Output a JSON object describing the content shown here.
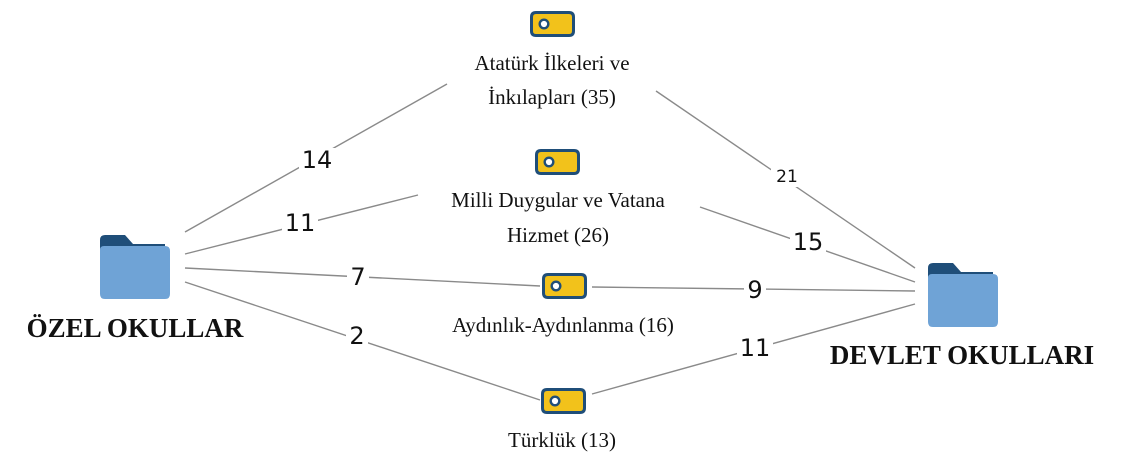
{
  "groups": {
    "ozel": {
      "label": "ÖZEL OKULLAR",
      "icon": "folder-icon"
    },
    "devlet": {
      "label": "DEVLET OKULLARI",
      "icon": "folder-icon"
    }
  },
  "codes": [
    {
      "id": "ataturk",
      "line1": "Atatürk İlkeleri ve",
      "line2": "İnkılapları (35)",
      "icon": "tag-icon"
    },
    {
      "id": "milli",
      "line1": "Milli Duygular ve Vatana",
      "line2": "Hizmet (26)",
      "icon": "tag-icon"
    },
    {
      "id": "aydinlik",
      "line1": "Aydınlık-Aydınlanma (16)",
      "line2": "",
      "icon": "tag-icon"
    },
    {
      "id": "turkluk",
      "line1": "Türklük (13)",
      "line2": "",
      "icon": "tag-icon"
    }
  ],
  "edges": [
    {
      "from": "ozel",
      "to": "ataturk",
      "weight": "14"
    },
    {
      "from": "ozel",
      "to": "milli",
      "weight": "11"
    },
    {
      "from": "ozel",
      "to": "aydinlik",
      "weight": "7"
    },
    {
      "from": "ozel",
      "to": "turkluk",
      "weight": "2"
    },
    {
      "from": "ataturk",
      "to": "devlet",
      "weight": "21"
    },
    {
      "from": "milli",
      "to": "devlet",
      "weight": "15"
    },
    {
      "from": "aydinlik",
      "to": "devlet",
      "weight": "9"
    },
    {
      "from": "turkluk",
      "to": "devlet",
      "weight": "11"
    }
  ],
  "colors": {
    "folder_body": "#6fa3d6",
    "folder_tab": "#1f4e79",
    "tag_fill": "#f2c21b",
    "tag_stroke": "#1f4e79",
    "edge": "#8a8a8a"
  }
}
